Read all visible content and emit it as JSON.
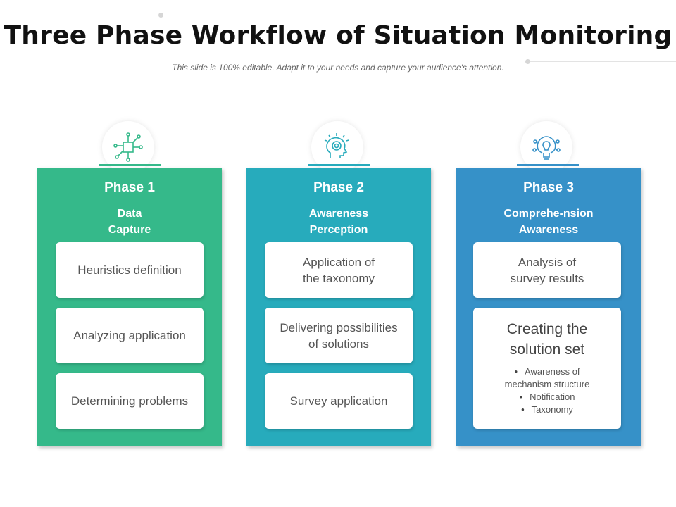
{
  "header": {
    "title": "Three Phase Workflow of Situation Monitoring",
    "subtitle": "This slide is 100% editable. Adapt it to your needs and capture your audience's attention."
  },
  "colors": {
    "phase1": "#35B98A",
    "phase2": "#27ABBC",
    "phase3": "#3691C8"
  },
  "phases": [
    {
      "icon": "circuit-chip-icon",
      "title": "Phase 1",
      "subtitle": "Data\nCapture",
      "items": [
        "Heuristics definition",
        "Analyzing application",
        "Determining problems"
      ]
    },
    {
      "icon": "head-target-icon",
      "title": "Phase 2",
      "subtitle": "Awareness\nPerception",
      "items": [
        "Application of\nthe taxonomy",
        "Delivering possibilities\nof solutions",
        "Survey application"
      ]
    },
    {
      "icon": "brain-lightbulb-icon",
      "title": "Phase 3",
      "subtitle": "Comprehe-nsion\nAwareness",
      "items": [
        "Analysis of\nsurvey results"
      ],
      "highlight": {
        "title": "Creating the\nsolution set",
        "bullets": [
          "Awareness of\nmechanism structure",
          "Notification",
          "Taxonomy"
        ]
      }
    }
  ]
}
